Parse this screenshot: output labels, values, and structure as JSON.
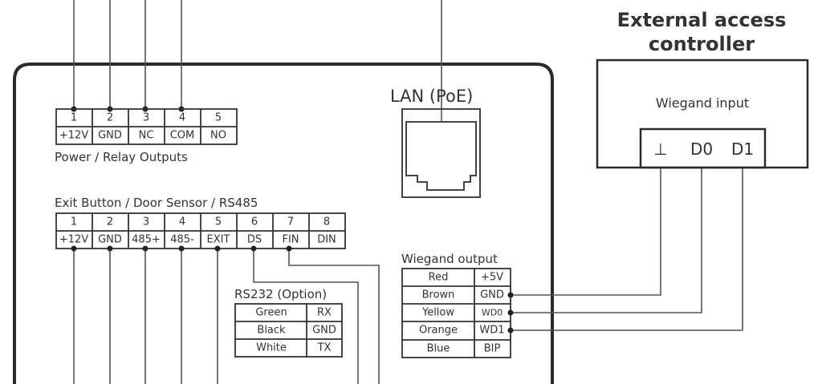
{
  "power_relay": {
    "title": "Power / Relay Outputs",
    "pins": [
      {
        "num": "1",
        "name": "+12V"
      },
      {
        "num": "2",
        "name": "GND"
      },
      {
        "num": "3",
        "name": "NC"
      },
      {
        "num": "4",
        "name": "COM"
      },
      {
        "num": "5",
        "name": "NO"
      }
    ]
  },
  "exit_door_rs485": {
    "title": "Exit Button / Door Sensor / RS485",
    "pins": [
      {
        "num": "1",
        "name": "+12V"
      },
      {
        "num": "2",
        "name": "GND"
      },
      {
        "num": "3",
        "name": "485+"
      },
      {
        "num": "4",
        "name": "485-"
      },
      {
        "num": "5",
        "name": "EXIT"
      },
      {
        "num": "6",
        "name": "DS"
      },
      {
        "num": "7",
        "name": "FIN"
      },
      {
        "num": "8",
        "name": "DIN"
      }
    ]
  },
  "rs232": {
    "title": "RS232 (Option)",
    "rows": [
      {
        "color": "Green",
        "signal": "RX"
      },
      {
        "color": "Black",
        "signal": "GND"
      },
      {
        "color": "White",
        "signal": "TX"
      }
    ]
  },
  "wiegand_output": {
    "title": "Wiegand output",
    "rows": [
      {
        "color": "Red",
        "signal": "+5V"
      },
      {
        "color": "Brown",
        "signal": "GND"
      },
      {
        "color": "Yellow",
        "signal": "WD0"
      },
      {
        "color": "Orange",
        "signal": "WD1"
      },
      {
        "color": "Blue",
        "signal": "BIP"
      }
    ]
  },
  "lan": {
    "label": "LAN (PoE)"
  },
  "external_controller": {
    "title_line1": "External access",
    "title_line2": "controller",
    "input_label": "Wiegand input",
    "terminals": [
      "⊥",
      "D0",
      "D1"
    ]
  },
  "connections": [
    {
      "from": "GND",
      "to": "⊥"
    },
    {
      "from": "WD0",
      "to": "D0"
    },
    {
      "from": "WD1",
      "to": "D1"
    }
  ]
}
